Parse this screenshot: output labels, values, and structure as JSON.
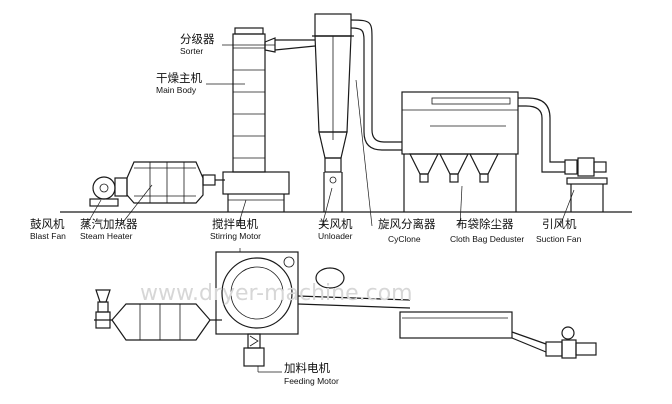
{
  "labels": {
    "sorter": {
      "zh": "分级器",
      "en": "Sorter"
    },
    "main_body": {
      "zh": "干燥主机",
      "en": "Main Body"
    },
    "blast_fan": {
      "zh": "鼓风机",
      "en": "Blast Fan"
    },
    "steam_heater": {
      "zh": "蒸汽加热器",
      "en": "Steam Heater"
    },
    "stirring_motor": {
      "zh": "搅拌电机",
      "en": "Stirring Motor"
    },
    "unloader": {
      "zh": "关风机",
      "en": "Unloader"
    },
    "cyclone": {
      "zh": "旋风分离器",
      "en": "CyClone"
    },
    "cloth_bag_deduster": {
      "zh": "布袋除尘器",
      "en": "Cloth Bag Deduster"
    },
    "suction_fan": {
      "zh": "引风机",
      "en": "Suction Fan"
    },
    "feeding_motor": {
      "zh": "加料电机",
      "en": "Feeding Motor"
    }
  },
  "colors": {
    "line": "#1a1a1a",
    "background": "#ffffff"
  }
}
